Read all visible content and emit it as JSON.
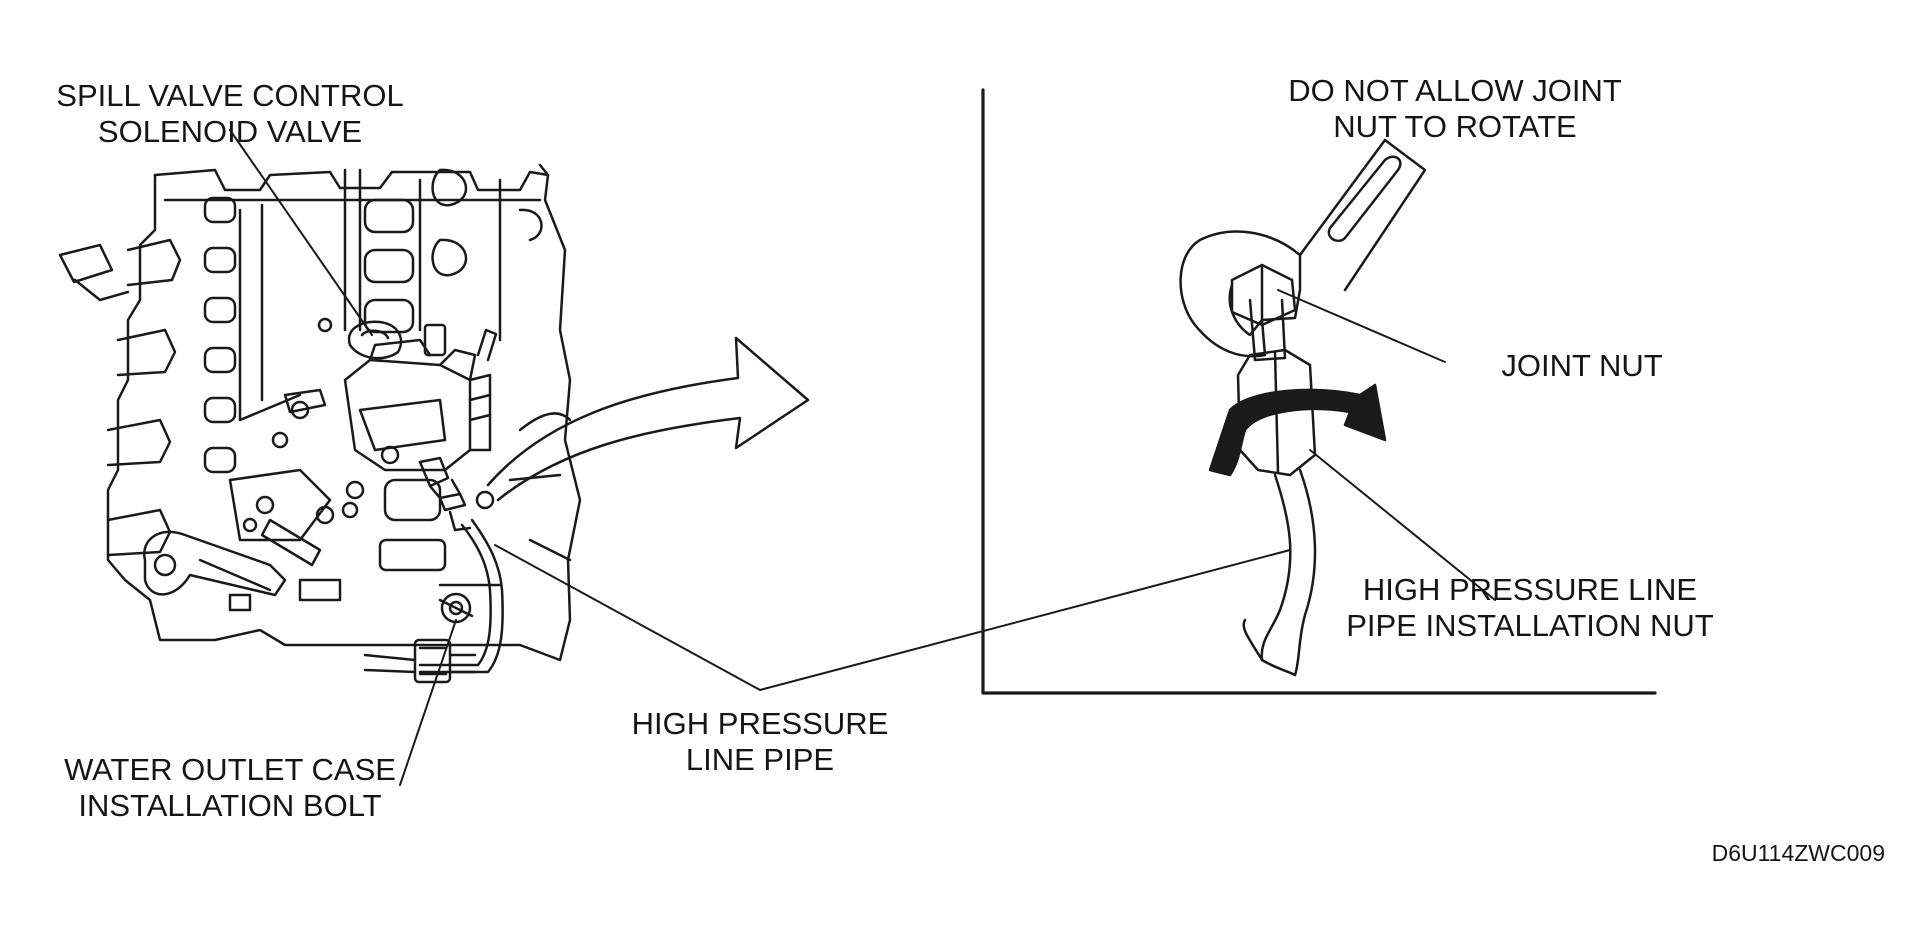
{
  "labels": {
    "spill_valve": [
      "SPILL VALVE CONTROL",
      "SOLENOID VALVE"
    ],
    "do_not_allow": [
      "DO NOT ALLOW JOINT",
      "NUT TO ROTATE"
    ],
    "joint_nut": "JOINT NUT",
    "hp_line_nut": [
      "HIGH PRESSURE LINE",
      "PIPE INSTALLATION NUT"
    ],
    "hp_line_pipe": [
      "HIGH PRESSURE",
      "LINE PIPE"
    ],
    "water_outlet_bolt": [
      "WATER OUTLET CASE",
      "INSTALLATION BOLT"
    ],
    "figure_code": "D6U114ZWC009"
  },
  "colors": {
    "ink": "#151515",
    "paper": "#ffffff"
  }
}
